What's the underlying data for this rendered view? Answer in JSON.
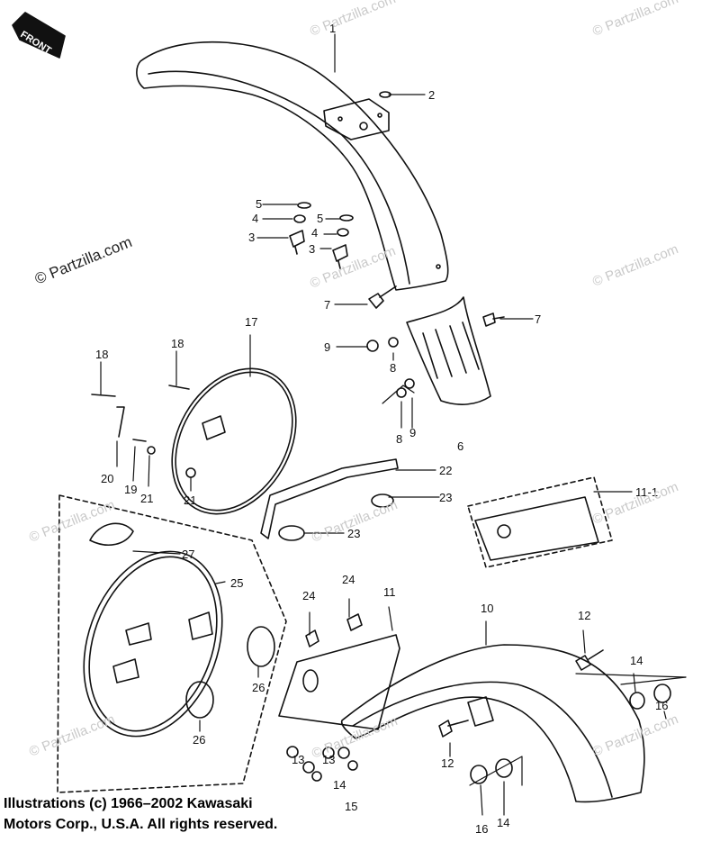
{
  "front_tag": "FRONT",
  "watermarks": [
    "© Partzilla.com",
    "© Partzilla.com",
    "© Partzilla.com",
    "© Partzilla.com",
    "© Partzilla.com",
    "© Partzilla.com",
    "© Partzilla.com",
    "© Partzilla.com",
    "© Partzilla.com",
    "© Partzilla.com"
  ],
  "credit_main_watermark": "© Partzilla.com",
  "copyright": {
    "line1": "Illustrations (c) 1966–2002 Kawasaki",
    "line2": "Motors Corp., U.S.A.  All rights reserved."
  },
  "callouts": [
    "1",
    "2",
    "3",
    "4",
    "5",
    "3",
    "4",
    "5",
    "6",
    "7",
    "7",
    "8",
    "8",
    "9",
    "9",
    "10",
    "11",
    "11-1",
    "12",
    "12",
    "13",
    "13",
    "14",
    "14",
    "14",
    "15",
    "16",
    "16",
    "17",
    "18",
    "18",
    "19",
    "20",
    "21",
    "21",
    "22",
    "23",
    "23",
    "24",
    "24",
    "25",
    "26",
    "26",
    "27"
  ],
  "colors": {
    "line": "#111111",
    "watermark": "#c9c9c9",
    "background": "#ffffff"
  }
}
